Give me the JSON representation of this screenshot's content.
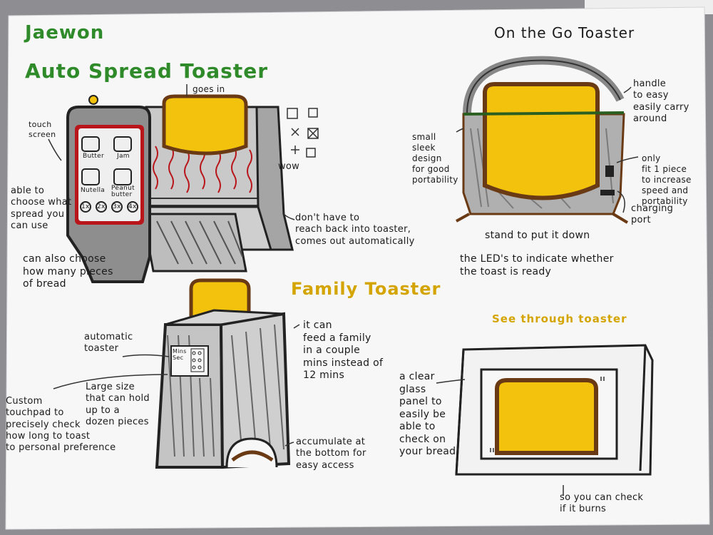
{
  "photo": {
    "paper_color": "#f7f7f8",
    "table_color": "#8d8d92",
    "ink_colors": {
      "title_green": "#2f8a2a",
      "yellow_fill": "#f3c20d",
      "crust_brown": "#6a3a14",
      "grey_shading": "#9a9a9a",
      "red_accent": "#b8161b"
    }
  },
  "sketch": {
    "author": "Jaewon",
    "auto_spread": {
      "title": "Auto Spread Toaster",
      "notes": {
        "touch_screen": "touch\nscreen",
        "goes_in": "goes in",
        "choose_spread": "able to\nchoose what\nspread you\ncan use",
        "reach_back": "don't have to\nreach back into toaster,\ncomes out automatically",
        "choose_pieces": "can also choose\nhow many pieces\nof bread",
        "wow": "wow"
      },
      "screen_buttons": [
        "Butter",
        "Jam",
        "Nutella",
        "Peanut butter"
      ],
      "piece_buttons": [
        "1x",
        "2x",
        "3x",
        "4x"
      ]
    },
    "on_the_go": {
      "title": "On the Go Toaster",
      "notes": {
        "handle": "handle\nto easy\neasily carry\naround",
        "sleek": "small\nsleek\ndesign\nfor good\nportability",
        "one_piece": "only\nfit 1 piece\nto increase\nspeed and portability",
        "charging": "charging\nport",
        "stand": "stand   to   put   it   down",
        "leds": "the LED's to indicate whether\nthe toast is ready"
      }
    },
    "family": {
      "title": "Family Toaster",
      "panel_text": "Mins\nSec",
      "notes": {
        "automatic": "automatic\ntoaster",
        "feed": "it can\nfeed a family\nin a couple\nmins instead of\n12 mins",
        "large": "Large size\nthat can hold\nup to a\ndozen pieces",
        "custom": "Custom\ntouchpad to\nprecisely check\nhow long to toast\nto personal preference",
        "accumulate": "accumulate at\nthe bottom for\neasy access"
      }
    },
    "see_through": {
      "title": "See through toaster",
      "notes": {
        "glass": "a clear\nglass\npanel to\neasily be\nable to\ncheck on\nyour bread",
        "burns": "so you can check\nif it burns"
      }
    }
  }
}
